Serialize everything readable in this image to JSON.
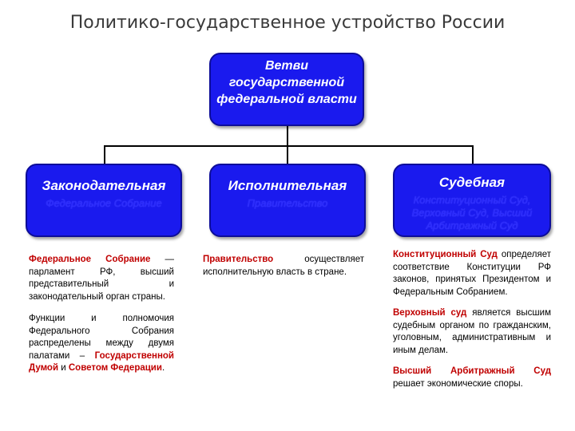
{
  "title": "Политико-государственное устройство России",
  "top_box": "Ветви государственной федеральной власти",
  "branches": [
    {
      "name": "Законодательная",
      "sub": "Федеральное Собрание"
    },
    {
      "name": "Исполнительная",
      "sub": "Правительство"
    },
    {
      "name": "Судебная",
      "sub": "Конституционный Суд, Верховный Суд, Высший Арбитражный Суд"
    }
  ],
  "legislative": {
    "p1_hl": "Федеральное Собрание",
    "p1_text": " — парламент РФ, высший представительный и законодательный орган страны.",
    "p2_text": "Функции и полномочия Федерального Собрания распределены между двумя палатами – ",
    "p2_hl": "Государственной Думой",
    "p2_and": " и ",
    "p2_hl2": "Советом Федерации",
    "p2_end": "."
  },
  "executive": {
    "hl": "Правительство",
    "text": " осуществляет исполнительную власть в стране."
  },
  "judicial": {
    "p1_hl": "Конституционный Суд",
    "p1_text": " определяет соответствие Конституции РФ законов, принятых Президентом и Федеральным Собранием.",
    "p2_hl": "Верховный суд",
    "p2_text": " является высшим судебным органом по гражданским, уголовным, административным и иным делам.",
    "p3_hl": "Высший Арбитражный Суд",
    "p3_text": " решает экономические споры."
  }
}
